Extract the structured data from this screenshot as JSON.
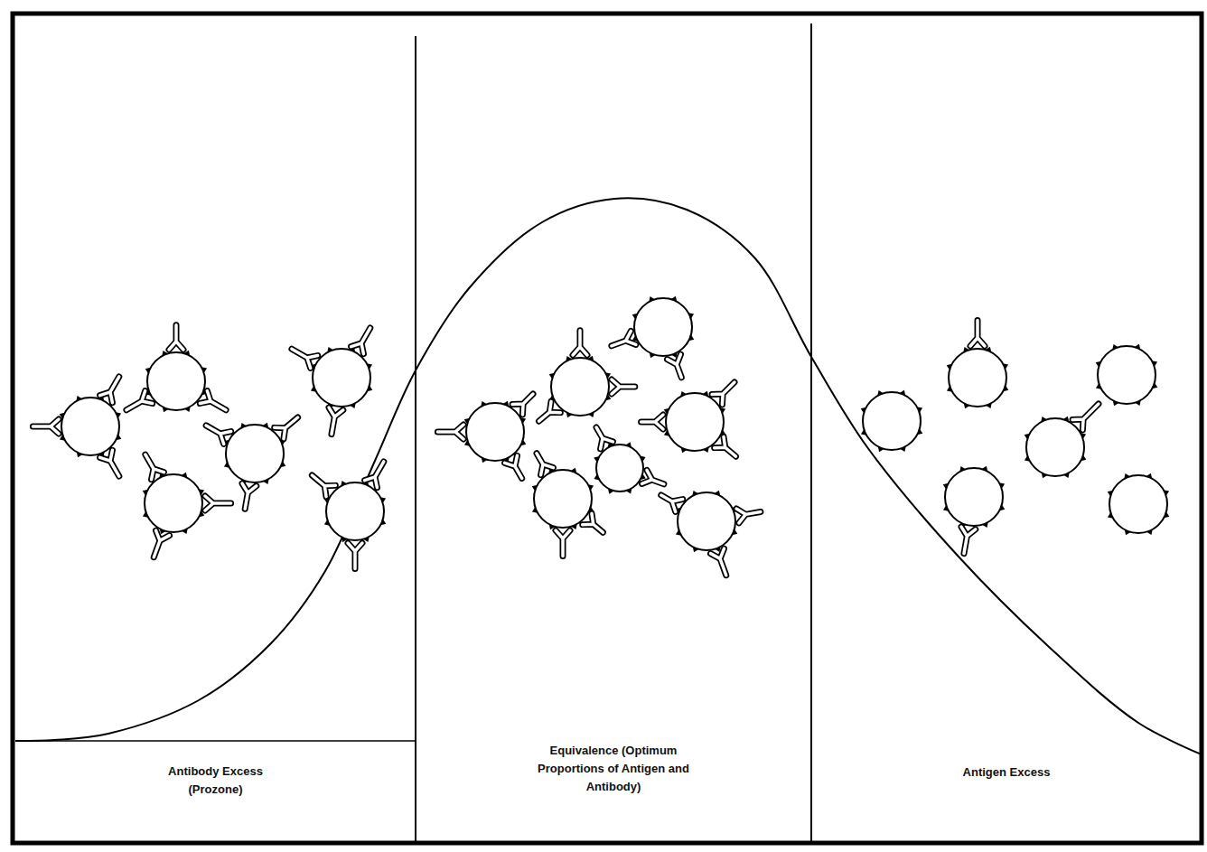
{
  "diagram": {
    "nodes": [
      {
        "text": [
          "Antibody Excess (Prozone)"
        ]
      },
      {
        "text": [
          "Equivalence (Optimum Proportions of Antigen and Antibody)"
        ]
      },
      {
        "text": [
          "Antigen Excess"
        ]
      }
    ]
  }
}
